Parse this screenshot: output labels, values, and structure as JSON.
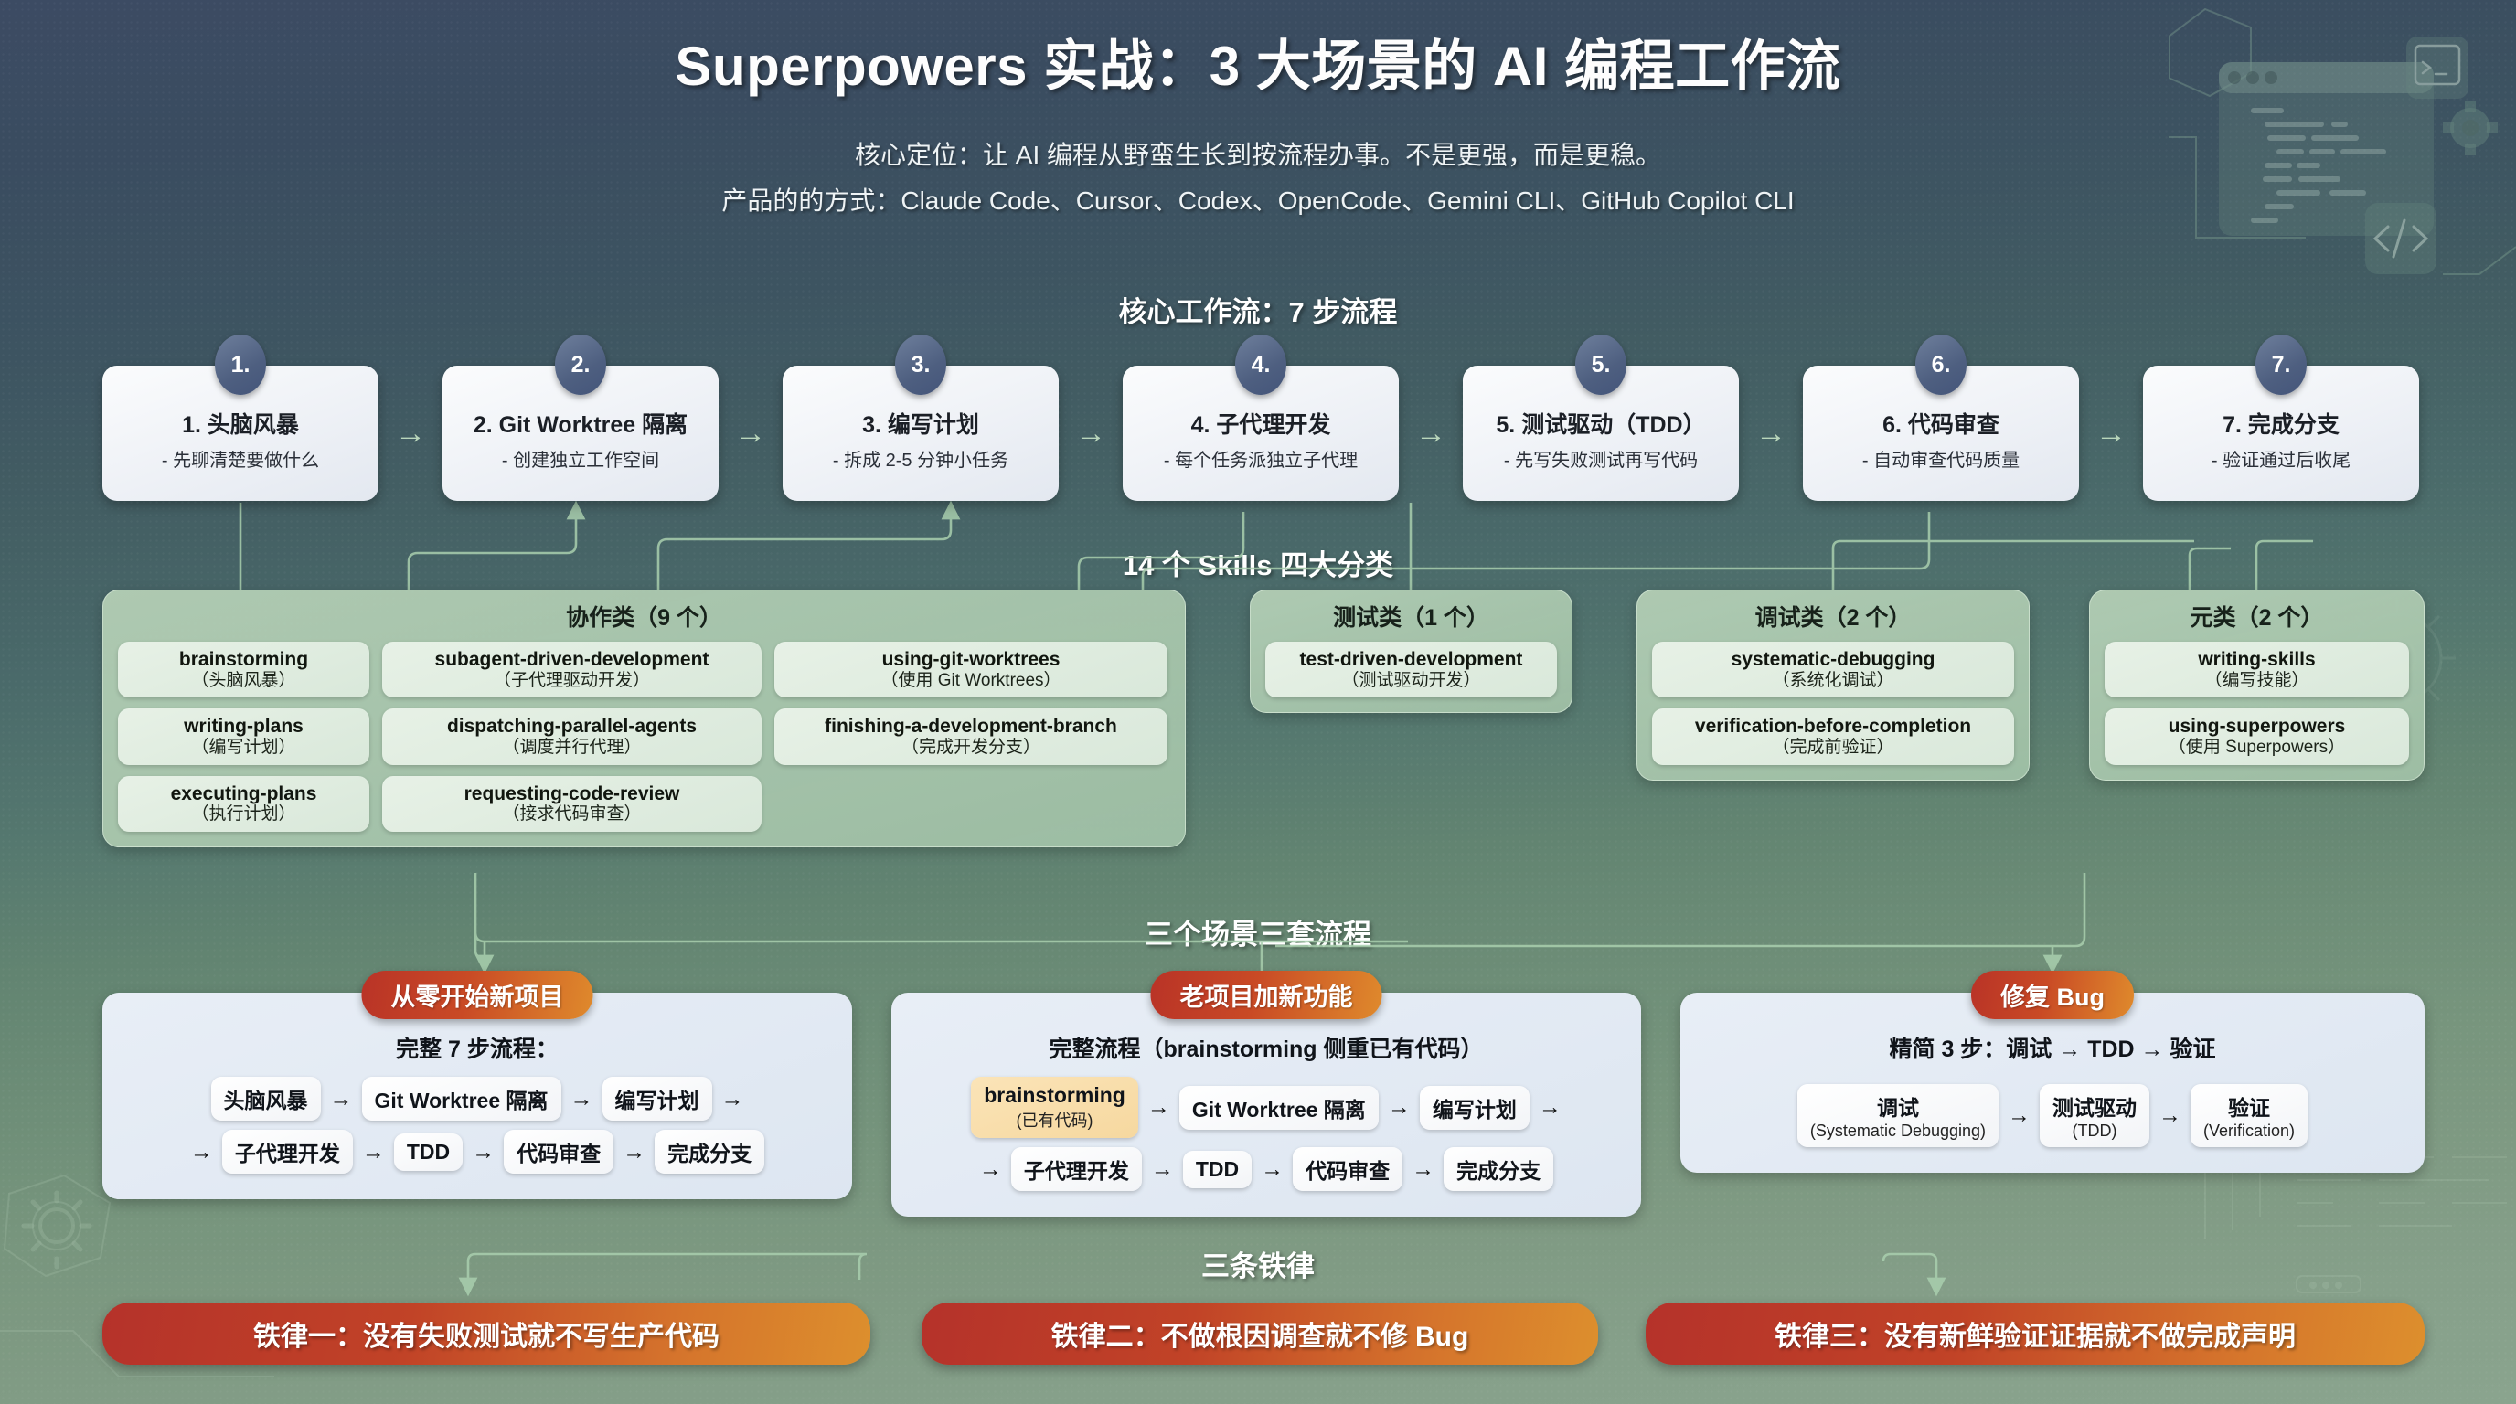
{
  "header": {
    "title": "Superpowers 实战：3 大场景的 AI 编程工作流",
    "subtitle_1": "核心定位：让 AI 编程从野蛮生长到按流程办事。不是更强，而是更稳。",
    "subtitle_2": "产品的的方式：Claude Code、Cursor、Codex、OpenCode、Gemini CLI、GitHub Copilot CLI"
  },
  "sections": {
    "workflow_title": "核心工作流：7 步流程",
    "skills_title": "14 个 Skills 四大分类",
    "scenarios_title": "三个场景三套流程",
    "laws_title": "三条铁律"
  },
  "workflow": {
    "arrow": "→",
    "steps": [
      {
        "badge": "1.",
        "title": "1. 头脑风暴",
        "desc": "- 先聊清楚要做什么"
      },
      {
        "badge": "2.",
        "title": "2. Git Worktree 隔离",
        "desc": "- 创建独立工作空间"
      },
      {
        "badge": "3.",
        "title": "3. 编写计划",
        "desc": "- 拆成 2-5 分钟小任务"
      },
      {
        "badge": "4.",
        "title": "4. 子代理开发",
        "desc": "- 每个任务派独立子代理"
      },
      {
        "badge": "5.",
        "title": "5. 测试驱动（TDD）",
        "desc": "- 先写失败测试再写代码"
      },
      {
        "badge": "6.",
        "title": "6. 代码审查",
        "desc": "- 自动审查代码质量"
      },
      {
        "badge": "7.",
        "title": "7. 完成分支",
        "desc": "- 验证通过后收尾"
      }
    ]
  },
  "skill_groups": [
    {
      "name": "collaboration",
      "title": "协作类（9 个）",
      "columns": [
        [
          {
            "en": "brainstorming",
            "cn": "（头脑风暴）"
          },
          {
            "en": "writing-plans",
            "cn": "（编写计划）"
          },
          {
            "en": "executing-plans",
            "cn": "（执行计划）"
          }
        ],
        [
          {
            "en": "subagent-driven-development",
            "cn": "（子代理驱动开发）"
          },
          {
            "en": "dispatching-parallel-agents",
            "cn": "（调度并行代理）"
          },
          {
            "en": "requesting-code-review",
            "cn": "（接求代码审查）"
          }
        ],
        [
          {
            "en": "using-git-worktrees",
            "cn": "（使用 Git Worktrees）"
          },
          {
            "en": "finishing-a-development-branch",
            "cn": "（完成开发分支）"
          }
        ]
      ]
    },
    {
      "name": "testing",
      "title": "测试类（1 个）",
      "columns": [
        [
          {
            "en": "test-driven-development",
            "cn": "（测试驱动开发）"
          }
        ]
      ]
    },
    {
      "name": "debugging",
      "title": "调试类（2 个）",
      "columns": [
        [
          {
            "en": "systematic-debugging",
            "cn": "（系统化调试）"
          },
          {
            "en": "verification-before-completion",
            "cn": "（完成前验证）"
          }
        ]
      ]
    },
    {
      "name": "meta",
      "title": "元类（2 个）",
      "columns": [
        [
          {
            "en": "writing-skills",
            "cn": "（编写技能）"
          },
          {
            "en": "using-superpowers",
            "cn": "（使用 Superpowers）"
          }
        ]
      ]
    }
  ],
  "scenarios": [
    {
      "badge": "从零开始新项目",
      "subtitle": "完整 7 步流程：",
      "row1": [
        {
          "label": "头脑风暴",
          "highlight": false
        },
        {
          "label": "Git Worktree 隔离",
          "highlight": false
        },
        {
          "label": "编写计划",
          "highlight": false
        }
      ],
      "row2": [
        {
          "label": "子代理开发",
          "highlight": false
        },
        {
          "label": "TDD",
          "highlight": false
        },
        {
          "label": "代码审查",
          "highlight": false
        },
        {
          "label": "完成分支",
          "highlight": false
        }
      ]
    },
    {
      "badge": "老项目加新功能",
      "subtitle": "完整流程（brainstorming 侧重已有代码）",
      "row1": [
        {
          "label": "brainstorming",
          "sub": "(已有代码)",
          "highlight": true
        },
        {
          "label": "Git Worktree 隔离",
          "highlight": false
        },
        {
          "label": "编写计划",
          "highlight": false
        }
      ],
      "row2": [
        {
          "label": "子代理开发",
          "highlight": false
        },
        {
          "label": "TDD",
          "highlight": false
        },
        {
          "label": "代码审查",
          "highlight": false
        },
        {
          "label": "完成分支",
          "highlight": false
        }
      ]
    },
    {
      "badge": "修复 Bug",
      "subtitle": "精简 3 步：调试 → TDD → 验证",
      "row1": [
        {
          "label": "调试",
          "sub": "(Systematic Debugging)",
          "highlight": false
        },
        {
          "label": "测试驱动",
          "sub": "(TDD)",
          "highlight": false
        },
        {
          "label": "验证",
          "sub": "(Verification)",
          "highlight": false
        }
      ],
      "row2": []
    }
  ],
  "laws": [
    "铁律一：没有失败测试就不写生产代码",
    "铁律二：不做根因调查就不修 Bug",
    "铁律三：没有新鲜验证证据就不做完成声明"
  ],
  "icons": {
    "terminal": "terminal-window-icon",
    "code_window": "code-window-icon",
    "gear": "gear-icon",
    "code_brackets": "code-brackets-icon"
  },
  "colors": {
    "accent_red": "#b5322a",
    "accent_orange": "#dd8f2d",
    "skill_green": "#b2cdb4",
    "card_light": "#eef1f6",
    "badge_blue": "#4e5f80",
    "connector_green": "#a9cfae"
  }
}
